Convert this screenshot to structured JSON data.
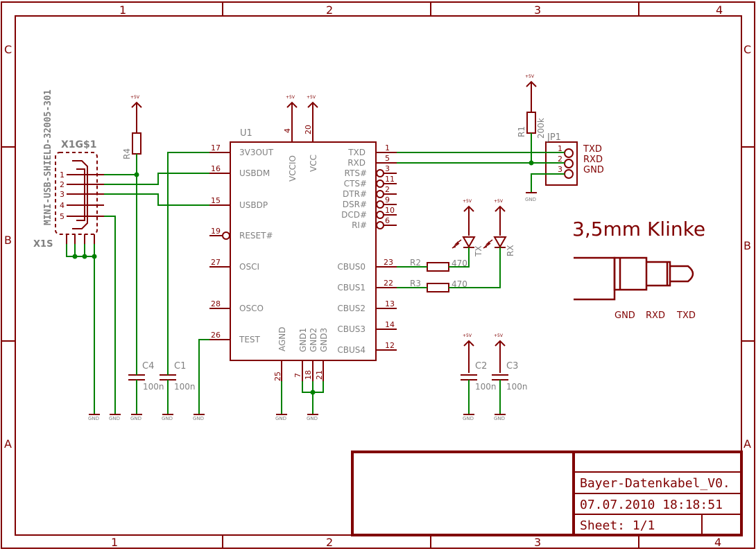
{
  "frame": {
    "columns": [
      "1",
      "2",
      "3",
      "4"
    ],
    "rows": [
      "C",
      "B",
      "A"
    ]
  },
  "title_block": {
    "name": "Bayer-Datenkabel_V0.",
    "datetime": "07.07.2010 18:18:51",
    "sheet": "Sheet: 1/1"
  },
  "usb_connector": {
    "part_name": "X1G$1",
    "ref": "X1S",
    "package": "MINI-USB-SHIELD-32005-301",
    "pins": [
      "1",
      "2",
      "3",
      "4",
      "5"
    ]
  },
  "ic": {
    "ref": "U1",
    "power_pins": [
      {
        "num": "4",
        "name": "VCCIO",
        "supply": "+5V"
      },
      {
        "num": "20",
        "name": "VCC",
        "supply": "+5V"
      }
    ],
    "left_pins": [
      {
        "num": "17",
        "name": "3V3OUT"
      },
      {
        "num": "16",
        "name": "USBDM"
      },
      {
        "num": "15",
        "name": "USBDP"
      },
      {
        "num": "19",
        "name": "RESET#"
      },
      {
        "num": "27",
        "name": "OSCI"
      },
      {
        "num": "28",
        "name": "OSCO"
      },
      {
        "num": "26",
        "name": "TEST"
      }
    ],
    "right_pins": [
      {
        "num": "1",
        "name": "TXD"
      },
      {
        "num": "5",
        "name": "RXD"
      },
      {
        "num": "3",
        "name": "RTS#"
      },
      {
        "num": "11",
        "name": "CTS#"
      },
      {
        "num": "2",
        "name": "DTR#"
      },
      {
        "num": "9",
        "name": "DSR#"
      },
      {
        "num": "10",
        "name": "DCD#"
      },
      {
        "num": "6",
        "name": "RI#"
      },
      {
        "num": "23",
        "name": "CBUS0"
      },
      {
        "num": "22",
        "name": "CBUS1"
      },
      {
        "num": "13",
        "name": "CBUS2"
      },
      {
        "num": "14",
        "name": "CBUS3"
      },
      {
        "num": "12",
        "name": "CBUS4"
      }
    ],
    "bottom_pins": [
      {
        "num": "25",
        "name": "AGND"
      },
      {
        "num": "7",
        "name": "GND1"
      },
      {
        "num": "18",
        "name": "GND2"
      },
      {
        "num": "21",
        "name": "GND3"
      }
    ]
  },
  "resistors": [
    {
      "ref": "R4",
      "value": ""
    },
    {
      "ref": "R1",
      "value": "200k"
    },
    {
      "ref": "R2",
      "value": "470"
    },
    {
      "ref": "R3",
      "value": "470"
    }
  ],
  "capacitors": [
    {
      "ref": "C4",
      "value": "100n"
    },
    {
      "ref": "C1",
      "value": "100n"
    },
    {
      "ref": "C2",
      "value": "100n"
    },
    {
      "ref": "C3",
      "value": "100n"
    }
  ],
  "leds": [
    {
      "ref": "TX"
    },
    {
      "ref": "RX"
    }
  ],
  "jumper": {
    "ref": "JP1",
    "pins": [
      {
        "num": "1",
        "signal": "TXD"
      },
      {
        "num": "2",
        "signal": "RXD"
      },
      {
        "num": "3",
        "signal": "GND"
      }
    ]
  },
  "supply_label": "+5V",
  "ground_label": "GND",
  "jack": {
    "title": "3,5mm Klinke",
    "contacts": [
      "GND",
      "RXD",
      "TXD"
    ]
  },
  "colors": {
    "symbol": "#800000",
    "wire": "#008000",
    "label": "#808080",
    "background": "#ffffff"
  }
}
